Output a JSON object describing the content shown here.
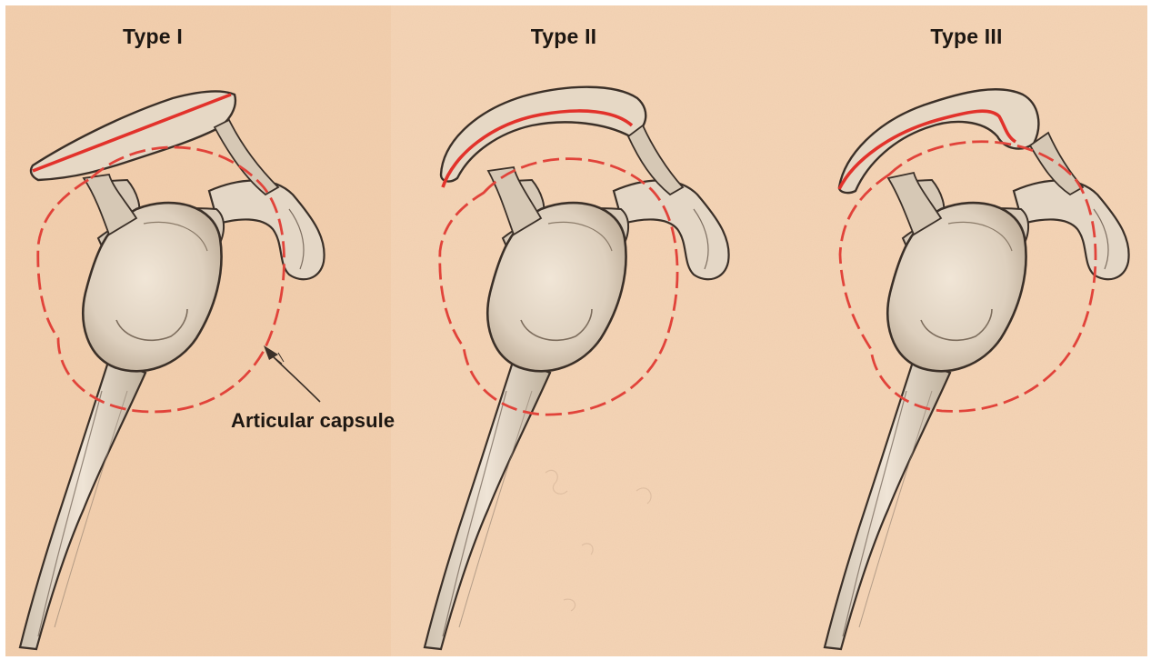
{
  "figure": {
    "panels": [
      {
        "title": "Type I"
      },
      {
        "title": "Type II"
      },
      {
        "title": "Type III"
      }
    ],
    "annotation": {
      "text": "Articular capsule"
    },
    "colors": {
      "paper": "#f3cfad",
      "paper_light": "#f7dcbf",
      "bone_fill": "#e9dccb",
      "bone_shadow": "#c9bcaa",
      "ink": "#3b3028",
      "highlight_red": "#e2322b",
      "capsule_red": "#e1433a",
      "frame": "#ffffff"
    },
    "icons": {
      "pointer": "arrow-icon"
    }
  }
}
